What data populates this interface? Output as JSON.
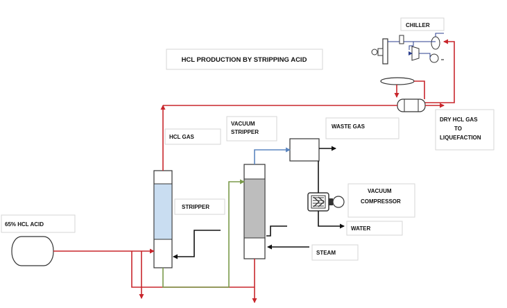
{
  "title": "HCL PRODUCTION BY STRIPPING ACID",
  "labels": {
    "chiller": "CHILLER",
    "hcl_gas": "HCL GAS",
    "vacuum_stripper_1": "VACUUM",
    "vacuum_stripper_2": "STRIPPER",
    "waste_gas": "WASTE GAS",
    "dry_hcl_1": "DRY HCL GAS",
    "dry_hcl_2": "TO",
    "dry_hcl_3": "LIQUEFACTION",
    "vacuum_compressor_1": "VACUUM",
    "vacuum_compressor_2": "COMPRESSOR",
    "stripper": "STRIPPER",
    "feed": "65% HCL ACID",
    "water": "WATER",
    "steam": "STEAM"
  },
  "colors": {
    "acid_line": "#c8262c",
    "gas_line": "#5b86c0",
    "green_line": "#7a9a4a",
    "black_line": "#111111",
    "stripper_fill": "#c9ddf1",
    "vacuum_fill": "#bdbdbd",
    "refrigerant_line": "#2b3f8f"
  }
}
